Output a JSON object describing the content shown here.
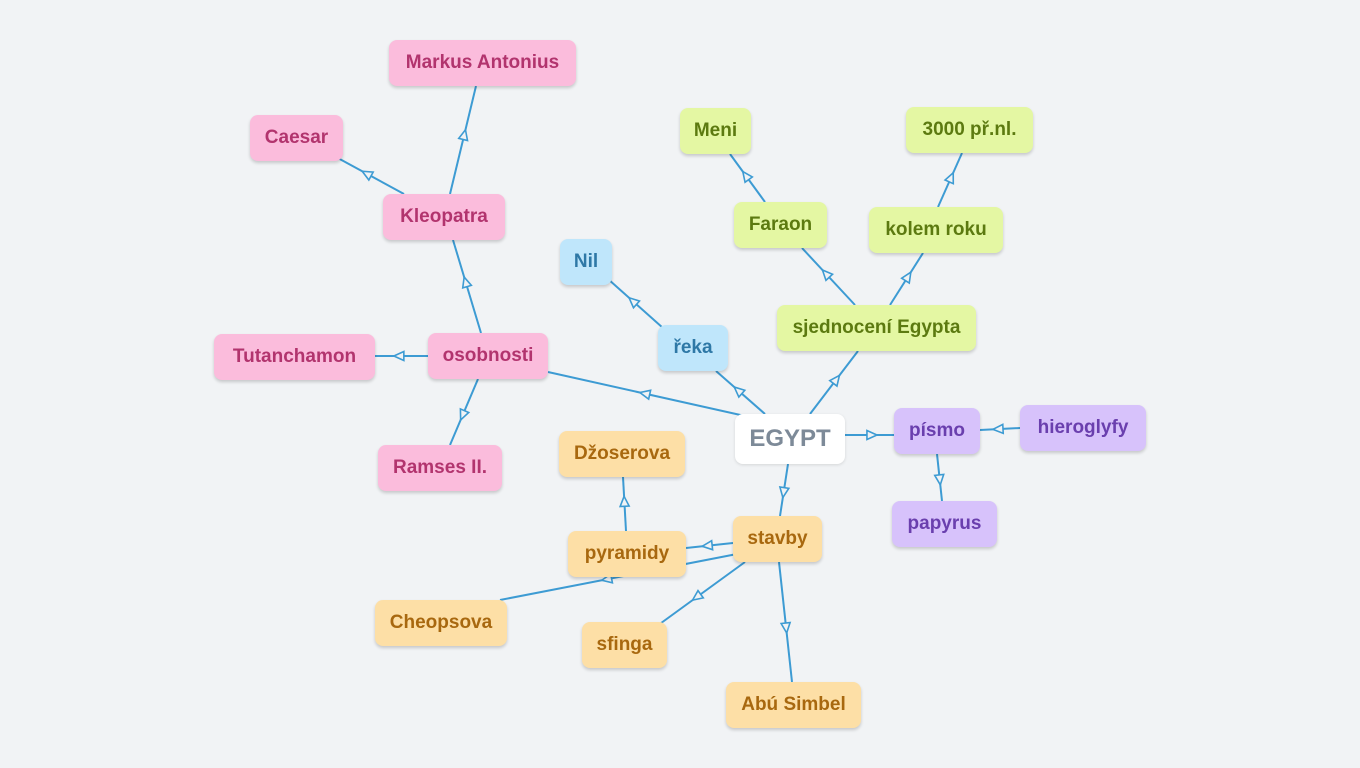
{
  "mindmap": {
    "center": {
      "label": "EGYPT"
    },
    "nodes": {
      "osobnosti": "osobnosti",
      "kleopatra": "Kleopatra",
      "markus_antonius": "Markus Antonius",
      "caesar": "Caesar",
      "tutanchamon": "Tutanchamon",
      "ramses": "Ramses II.",
      "reka": "řeka",
      "nil": "Nil",
      "sjednoceni": "sjednocení Egypta",
      "faraon": "Faraon",
      "meni": "Meni",
      "kolem_roku": "kolem roku",
      "rok_3000": "3000 př.nl.",
      "pismo": "písmo",
      "hieroglyfy": "hieroglyfy",
      "papyrus": "papyrus",
      "stavby": "stavby",
      "pyramidy": "pyramidy",
      "dzoserova": "Džoserova",
      "cheopsova": "Cheopsova",
      "sfinga": "sfinga",
      "abu_simbel": "Abú Simbel"
    }
  },
  "colors": {
    "connector": "#3d9bd3",
    "background": "#f1f3f5",
    "pink": "#fbbcdc",
    "green": "#e4f7a3",
    "blue": "#bfe6fb",
    "purple": "#d7c2fb",
    "orange": "#fddfa6"
  }
}
